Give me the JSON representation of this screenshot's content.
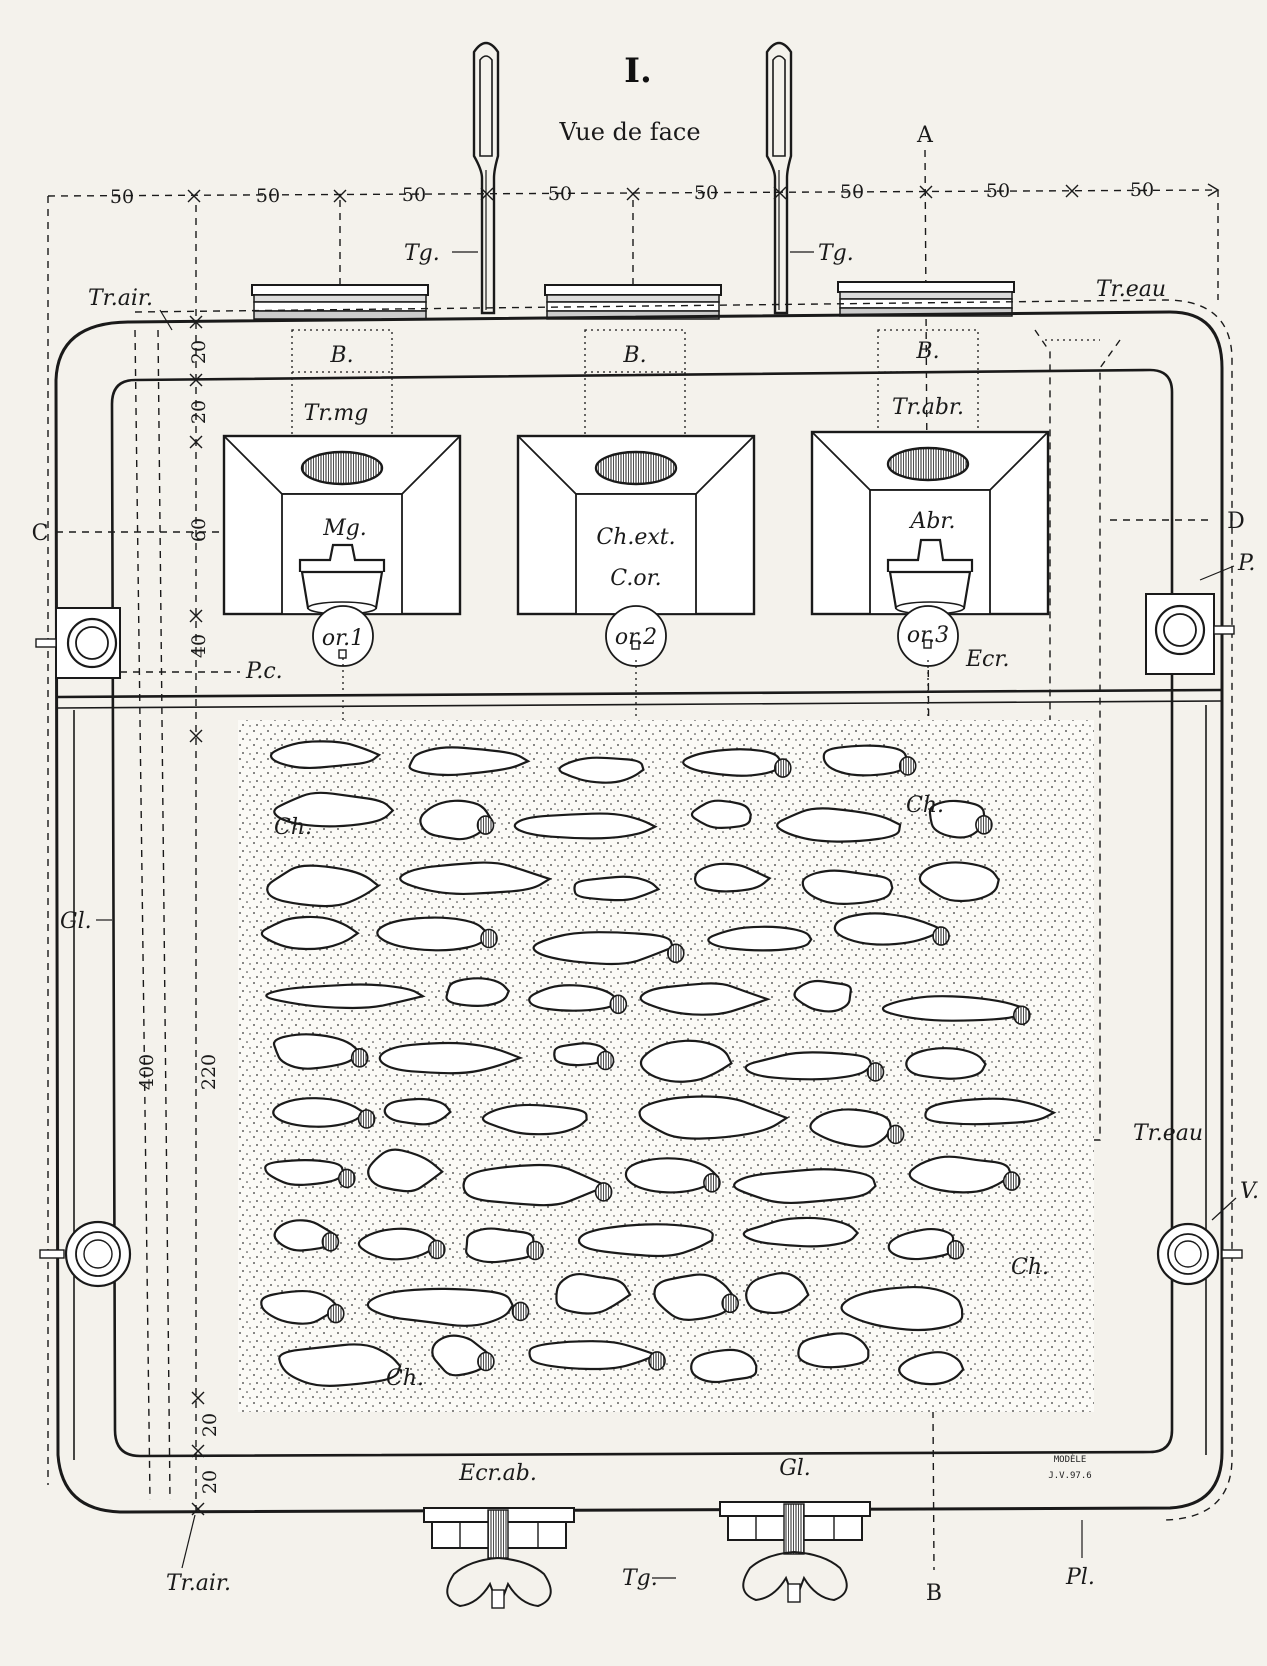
{
  "figure": {
    "number": "I.",
    "view_title": "Vue de face",
    "stamp_line1": "MODÈLE",
    "stamp_line2": "J.V.97.6"
  },
  "section_marks": {
    "a": "A",
    "b": "B",
    "c": "C",
    "d": "D"
  },
  "top_dimensions": [
    "50",
    "50",
    "50",
    "50",
    "50",
    "50",
    "50",
    "50"
  ],
  "side_dimensions": {
    "d20a": "20",
    "d20b": "20",
    "d60": "60",
    "d40": "40",
    "d220": "220",
    "d20c": "20",
    "d20d": "20",
    "d400": "400"
  },
  "labels": {
    "tg_left": "Tg.",
    "tg_right": "Tg.",
    "tg_bottom": "Tg.",
    "tr_air_top": "Tr.air.",
    "tr_air_bottom": "Tr.air.",
    "tr_eau_top": "Tr.eau",
    "tr_eau_mid": "Tr.eau",
    "b1": "B.",
    "b2": "B.",
    "b3": "B.",
    "tr_mg": "Tr.mg",
    "tr_abr": "Tr.abr.",
    "mg": "Mg.",
    "ch_ext": "Ch.ext.",
    "c_or": "C.or.",
    "abr": "Abr.",
    "or1": "or.1",
    "or2": "or.2",
    "or3": "or.3",
    "p_right": "P.",
    "p_c": "P.c.",
    "ecr": "Ecr.",
    "ch1": "Ch.",
    "ch2": "Ch.",
    "ch3": "Ch.",
    "ch4": "Ch.",
    "gl_left": "Gl.",
    "gl_bottom": "Gl.",
    "v_right": "V.",
    "ecr_ab": "Ecr.ab.",
    "pl": "Pl."
  }
}
